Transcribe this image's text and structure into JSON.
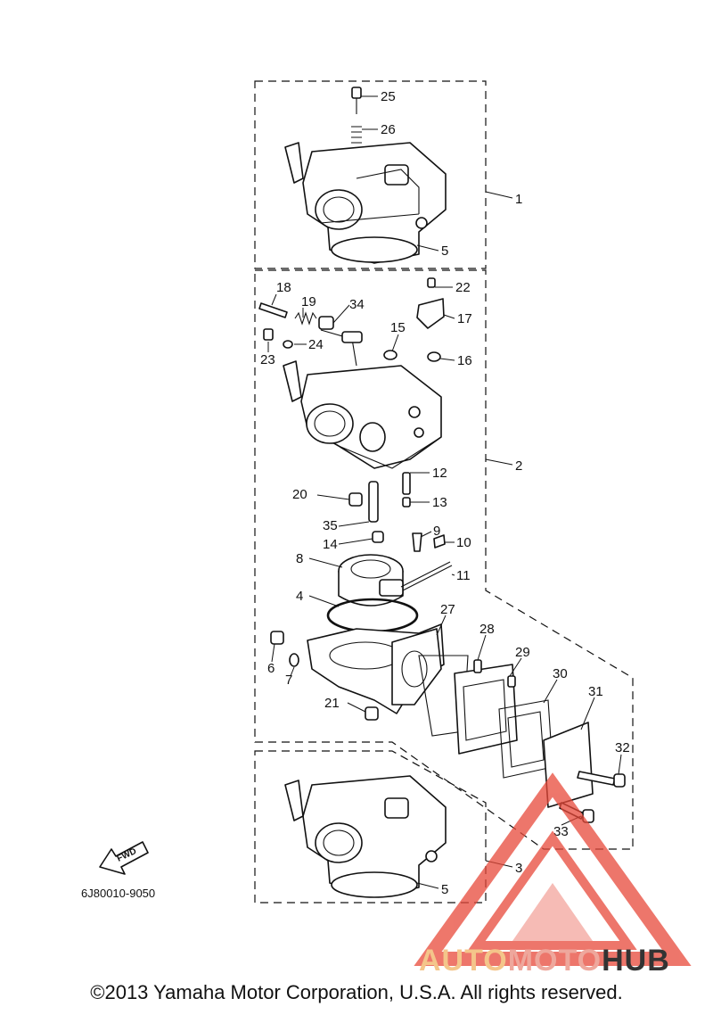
{
  "diagram": {
    "code": "6J80010-9050",
    "fwd_label": "FWD",
    "copyright": "©2013 Yamaha Motor Corporation, U.S.A. All rights reserved."
  },
  "callouts": [
    "1",
    "2",
    "3",
    "4",
    "5",
    "5",
    "6",
    "7",
    "8",
    "9",
    "10",
    "11",
    "12",
    "13",
    "14",
    "15",
    "16",
    "17",
    "18",
    "19",
    "20",
    "21",
    "22",
    "23",
    "24",
    "25",
    "26",
    "27",
    "28",
    "29",
    "30",
    "31",
    "32",
    "33",
    "34",
    "35"
  ],
  "watermark": {
    "part1": "AUTO",
    "part2": "MOTO",
    "part3": "HUB",
    "colors": {
      "auto": "#f4c58a",
      "moto": "#eea79c",
      "hub": "#333333",
      "triangle": "#e8493a"
    }
  }
}
